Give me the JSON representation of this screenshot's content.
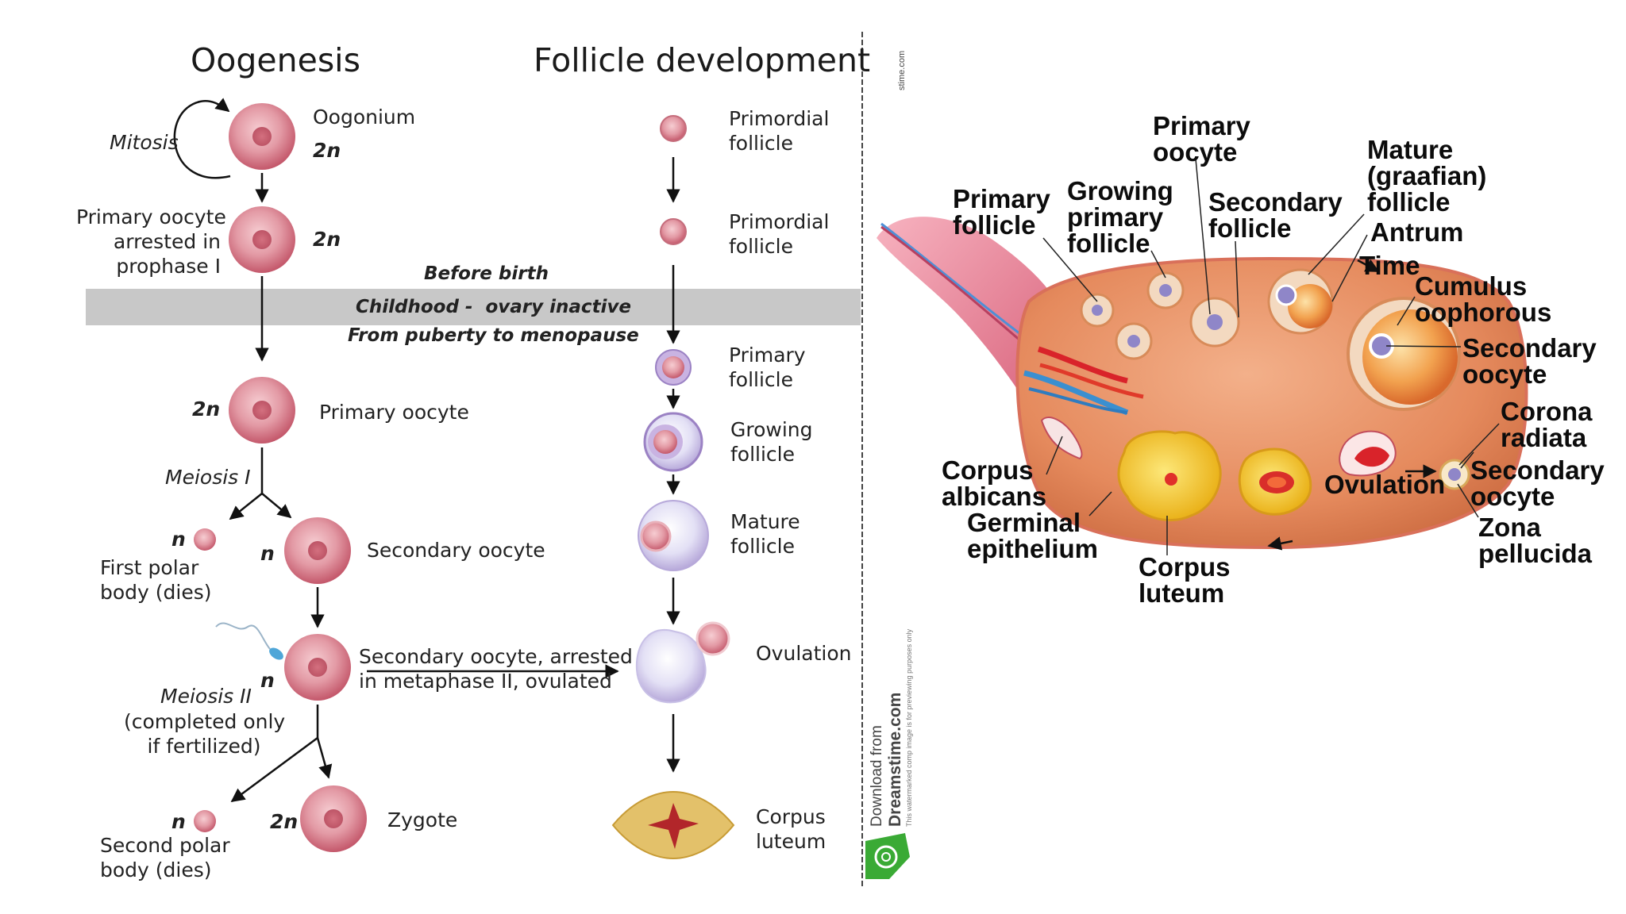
{
  "colors": {
    "cell_fill": "#d9838f",
    "cell_nucleus": "#c85f70",
    "band": "#c8c8c8",
    "ovary": "#e58a5d",
    "corpus_luteum": "#f3cc2b",
    "follicle_fluid": "#f0a45c",
    "watermark_logo": "#3aaa35"
  },
  "left": {
    "title_oogenesis": "Oogenesis",
    "title_follicle": "Follicle development",
    "oogonium": "Oogonium",
    "mitosis": "Mitosis",
    "oogonium_ploidy": "2n",
    "primary_arrested": "Primary oocyte\narrested in\nprophase I",
    "primary_arrested_ploidy": "2n",
    "before_birth": "Before birth",
    "childhood": "Childhood -  ovary inactive",
    "puberty": "From puberty to menopause",
    "primary_oocyte": "Primary oocyte",
    "primary_oocyte_ploidy": "2n",
    "meiosis1": "Meiosis I",
    "first_polar_ploidy": "n",
    "first_polar": "First polar\nbody (dies)",
    "secondary_ploidy": "n",
    "secondary_oocyte": "Secondary oocyte",
    "ovulated_ploidy": "n",
    "meiosis2": "Meiosis II",
    "meiosis2_note": "(completed only\nif fertilized)",
    "arrested_note": "Secondary oocyte, arrested\nin metaphase II, ovulated",
    "second_polar_ploidy": "n",
    "second_polar": "Second polar\nbody (dies)",
    "zygote_ploidy": "2n",
    "zygote": "Zygote",
    "f_primordial_1": "Primordial\nfollicle",
    "f_primordial_2": "Primordial\nfollicle",
    "f_primary": "Primary\nfollicle",
    "f_growing": "Growing\nfollicle",
    "f_mature": "Mature\nfollicle",
    "f_ovulation": "Ovulation",
    "f_corpus": "Corpus\nluteum"
  },
  "watermark": {
    "top_credit": "stime.com",
    "download_from": "Download from",
    "site": "Dreamstime.com",
    "fineprint": "This watermarked comp image is for previewing purposes only"
  },
  "right": {
    "primary_follicle": "Primary\nfollicle",
    "growing_primary": "Growing\nprimary\nfollicle",
    "primary_oocyte": "Primary\noocyte",
    "secondary_follicle": "Secondary\nfollicle",
    "mature_follicle": "Mature\n(graafian)\nfollicle",
    "antrum": "Antrum",
    "time": "Time",
    "cumulus": "Cumulus\noophorous",
    "secondary_oocyte_1": "Secondary\noocyte",
    "corona": "Corona\nradiata",
    "secondary_oocyte_2": "Secondary\noocyte",
    "ovulation": "Ovulation",
    "zona": "Zona\npellucida",
    "corpus_albicans": "Corpus\nalbicans",
    "germinal": "Germinal\nepithelium",
    "corpus_luteum": "Corpus\nluteum"
  }
}
